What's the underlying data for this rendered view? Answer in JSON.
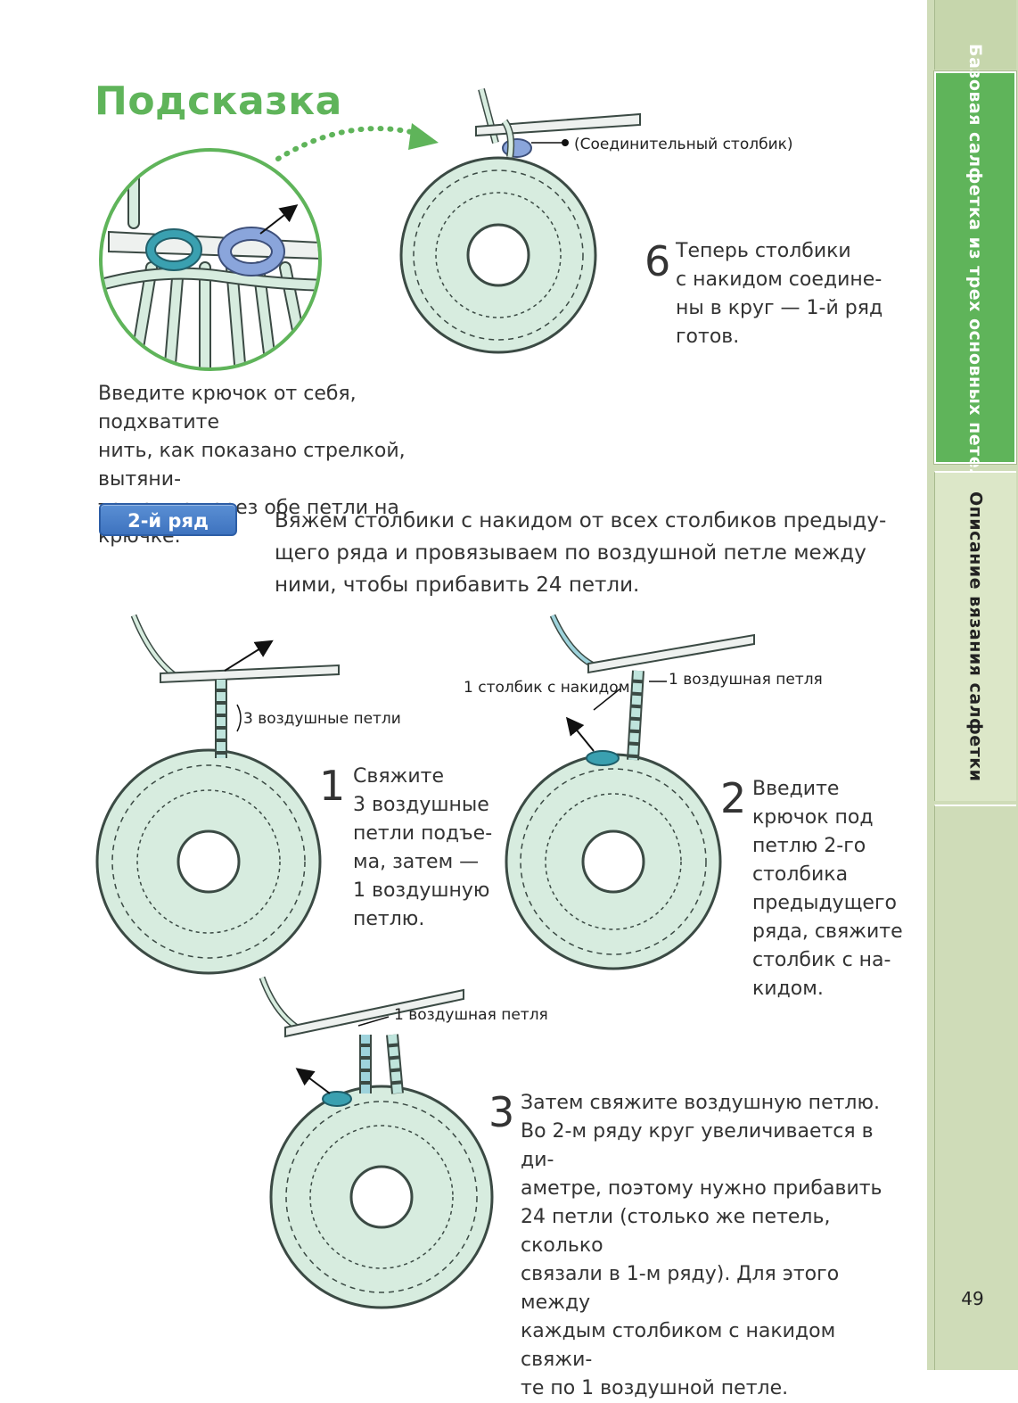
{
  "hint": {
    "title": "Подсказка",
    "text_lines": [
      "Введите крючок от себя, подхватите",
      "нить, как показано стрелкой, вытяни-",
      "те петлю через обе петли на крючке."
    ]
  },
  "step6": {
    "number": "6",
    "label": "(Соединительный столбик)",
    "text_lines": [
      "Теперь столбики",
      "с накидом соедине-",
      "ны в круг — 1-й ряд",
      "готов."
    ]
  },
  "row2": {
    "badge": "2-й ряд",
    "intro_lines": [
      "Вяжем столбики с накидом от всех столбиков предыду-",
      "щего ряда и провязываем по воздушной петле между",
      "ними, чтобы прибавить 24 петли."
    ]
  },
  "step1": {
    "number": "1",
    "label": "3 воздушные петли",
    "text_lines": [
      "Свяжите",
      "3 воздушные",
      "петли подъе-",
      "ма, затем —",
      "1 воздушную",
      "петлю."
    ]
  },
  "step2": {
    "number": "2",
    "label_left": "1 столбик с накидом",
    "label_right": "1 воздушная петля",
    "text_lines": [
      "Введите",
      "крючок под",
      "петлю 2-го",
      "столбика",
      "предыдущего",
      "ряда, свяжите",
      "столбик с на-",
      "кидом."
    ]
  },
  "step3": {
    "number": "3",
    "label": "1 воздушная петля",
    "text_lines": [
      "Затем свяжите воздушную петлю.",
      "Во 2-м ряду круг увеличивается в ди-",
      "аметре, поэтому нужно прибавить",
      "24 петли (столько же петель, сколько",
      "связали в 1-м ряду). Для этого между",
      "каждым столбиком с накидом свяжи-",
      "те по 1 воздушной петле."
    ]
  },
  "sidebar": {
    "tab_active": "Базовая салфетка из трех основных петель",
    "tab_second": "Описание вязания салфетки",
    "page_number": "49"
  },
  "colors": {
    "accent_green": "#5fb45a",
    "yarn_mint": "#d7ecdf",
    "yarn_outline": "#3b4a44",
    "teal_yarn": "#3aa0b0",
    "blue_loop": "#8aa5db",
    "badge_blue": "#3e73bf",
    "sidebar_green": "#cfdcb8"
  }
}
